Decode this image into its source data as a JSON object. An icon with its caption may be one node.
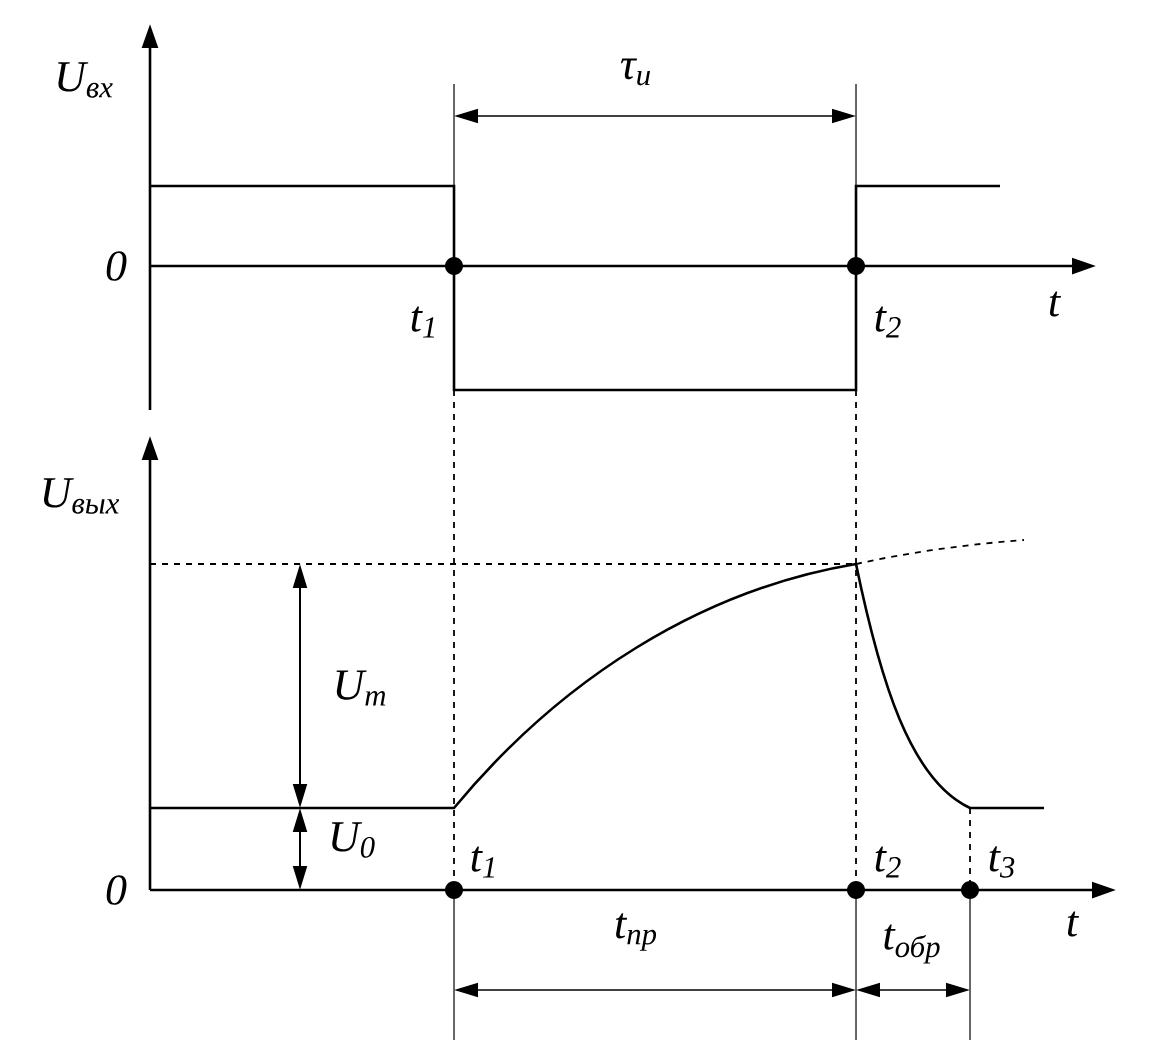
{
  "diagram": {
    "labels": [
      "U$_{вх}$",
      "τ$_{и}$",
      "0",
      "t",
      "t$_{1}$",
      "t$_{2}$",
      "U$_{вых}$",
      "U$_{m}$",
      "U$_{0}$",
      "0",
      "t$_{1}$",
      "t$_{2}$",
      "t$_{3}$",
      "t",
      "t$_{пр}$",
      "t$_{обр}$"
    ]
  }
}
